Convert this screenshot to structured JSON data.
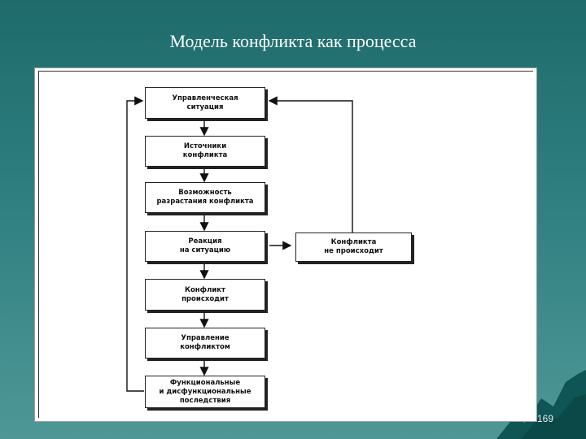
{
  "slide": {
    "title": "Модель конфликта как процесса",
    "page_number": "169"
  },
  "diagram": {
    "boxes": {
      "situation": "Управленческая\nситуация",
      "sources": "Источники\nконфликта",
      "possibility": "Возможность\nразрастания конфликта",
      "reaction": "Реакция\nна ситуацию",
      "occurs": "Конфликт\nпроисходит",
      "management": "Управление\nконфликтом",
      "consequences": "Функциональные\nи дисфункциональные\nпоследствия",
      "not_occurs": "Конфликта\nне происходит"
    }
  },
  "colors": {
    "background": "#2f7f80",
    "box_border": "#222222"
  }
}
